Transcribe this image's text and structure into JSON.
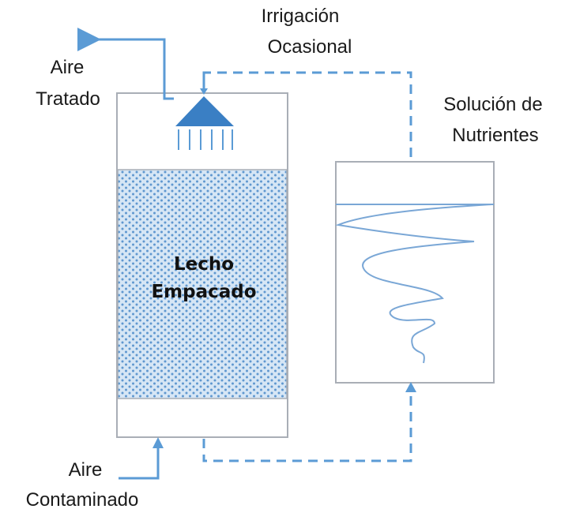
{
  "labels": {
    "irrigation_line1": "Irrigación",
    "irrigation_line2": "Ocasional",
    "treated_air_line1": "Aire",
    "treated_air_line2": "Tratado",
    "nutrient_line1": "Solución de",
    "nutrient_line2": "Nutrientes",
    "packed_bed_line1": "Lecho",
    "packed_bed_line2": "Empacado",
    "contaminated_air_line1": "Aire",
    "contaminated_air_line2": "Contaminado"
  },
  "colors": {
    "vessel_outline": "#a9aeb6",
    "flow_blue": "#5b9bd5",
    "packing_fill": "#d6e6f5",
    "packing_dot": "#5f97cf"
  }
}
